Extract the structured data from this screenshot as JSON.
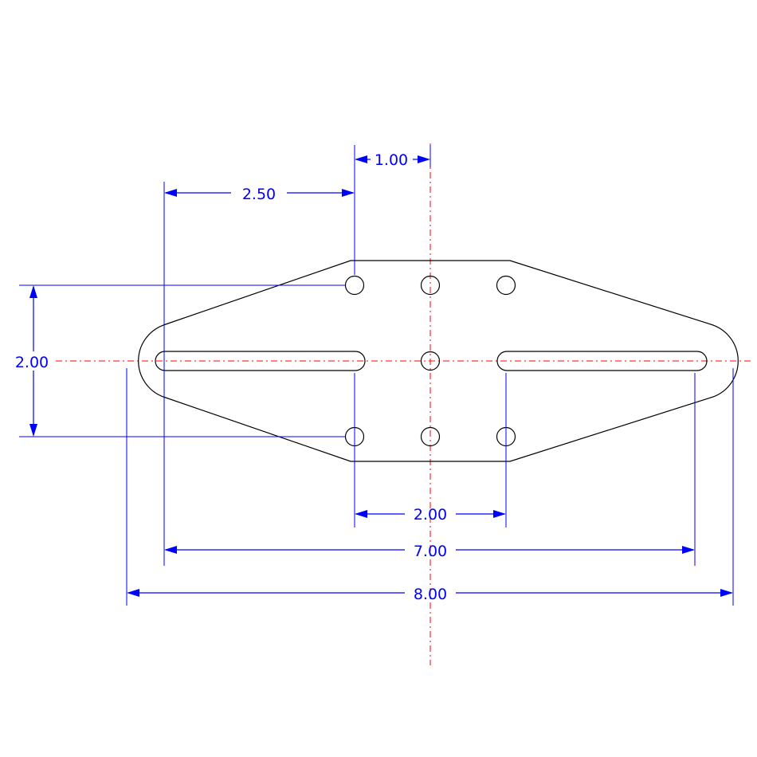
{
  "dimensions": {
    "hole_spacing_x": "1.00",
    "slot_to_hole": "2.50",
    "hole_spacing_y": "2.00",
    "hole_span": "2.00",
    "slot_span": "7.00",
    "overall_length": "8.00"
  },
  "colors": {
    "part_outline": "#000000",
    "centerline": "#ff0000",
    "dimension": "#0000ff",
    "background": "#ffffff"
  }
}
